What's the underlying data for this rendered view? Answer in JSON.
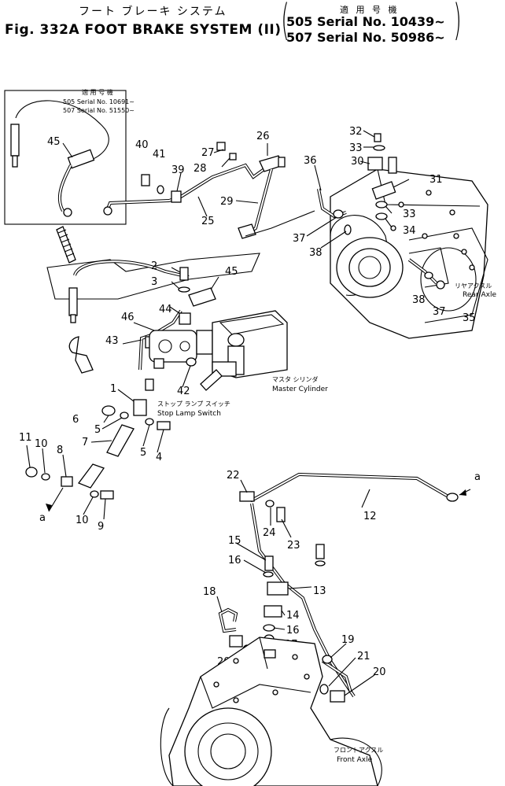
{
  "header": {
    "title_jp": "フート ブレーキ システム",
    "title_en": "Fig. 332A  FOOT  BRAKE  SYSTEM (II)",
    "serial_jp": "適 用 号 機",
    "serial_line1": "505 Serial No. 10439~",
    "serial_line2": "507 Serial No. 50986~"
  },
  "inset": {
    "serial_jp": "適 用 号 機",
    "serial_line1": "505 Serial No. 10691~",
    "serial_line2": "507 Serial No. 51550~"
  },
  "labels": {
    "rear_axle_jp": "リヤアクスル",
    "rear_axle_en": "Rear Axle",
    "master_cyl_jp": "マスタ シリンダ",
    "master_cyl_en": "Master Cylinder",
    "stop_lamp_jp": "ストップ ランプ スイッチ",
    "stop_lamp_en": "Stop Lamp Switch",
    "front_axle_jp": "フロントアクスル",
    "front_axle_en": "Front Axle",
    "ref_a1": "a",
    "ref_a2": "a"
  },
  "callouts": {
    "c45_inset": "45",
    "c40": "40",
    "c41": "41",
    "c39": "39",
    "c27": "27",
    "c28": "28",
    "c26": "26",
    "c25": "25",
    "c29": "29",
    "c32": "32",
    "c33a": "33",
    "c30": "30",
    "c36": "36",
    "c31": "31",
    "c33b": "33",
    "c34": "34",
    "c37a": "37",
    "c38a": "38",
    "c38b": "38",
    "c37b": "37",
    "c35": "35",
    "c2": "2",
    "c3": "3",
    "c45": "45",
    "c44": "44",
    "c46": "46",
    "c43": "43",
    "c42": "42",
    "c1": "1",
    "c6": "6",
    "c5a": "5",
    "c5b": "5",
    "c4": "4",
    "c7": "7",
    "c11": "11",
    "c10a": "10",
    "c8": "8",
    "c10b": "10",
    "c9": "9",
    "c22": "22",
    "c12": "12",
    "c24": "24",
    "c23": "23",
    "c15": "15",
    "c16a": "16",
    "c13": "13",
    "c18": "18",
    "c14": "14",
    "c16b": "16",
    "c17": "17",
    "c19": "19",
    "c20a": "20",
    "c21a": "21",
    "c21b": "21",
    "c20b": "20"
  }
}
